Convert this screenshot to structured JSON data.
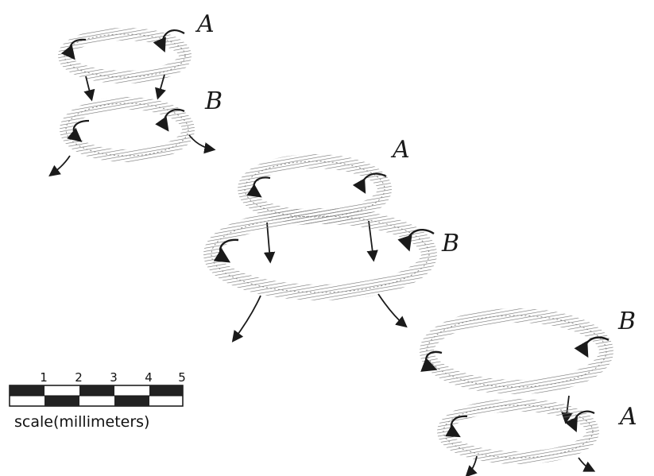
{
  "groups": [
    {
      "id": "pair-1",
      "top_label": "A",
      "bottom_label": "B"
    },
    {
      "id": "pair-2",
      "top_label": "A",
      "bottom_label": "B"
    },
    {
      "id": "pair-3",
      "top_label": "B",
      "bottom_label": "A"
    }
  ],
  "scale": {
    "ticks": [
      "1",
      "2",
      "3",
      "4",
      "5"
    ],
    "caption": "scale(millimeters)"
  },
  "colors": {
    "ink": "#1a1a1a",
    "ring": "#6f6f6f",
    "bar_dark": "#222222"
  }
}
